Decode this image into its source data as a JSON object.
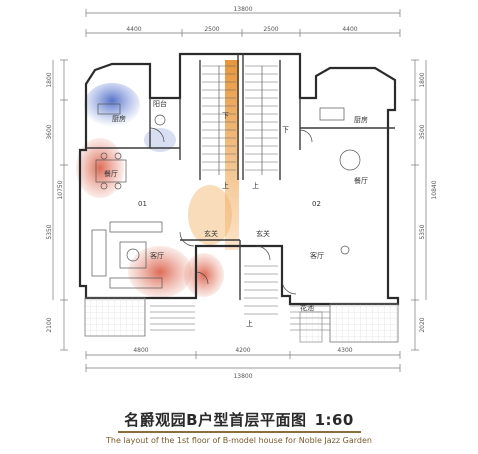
{
  "dimensions": {
    "top_total": "13800",
    "top_segments": [
      "4400",
      "2500",
      "2500",
      "4400"
    ],
    "left_segments": [
      "1800",
      "3600",
      "5350",
      "2100"
    ],
    "left_total": "10750",
    "right_segments": [
      "1800",
      "3500",
      "5350",
      "2020"
    ],
    "right_total": "10840",
    "bottom_segments": [
      "4800",
      "4200",
      "4300"
    ],
    "bottom_total": "13800"
  },
  "rooms": {
    "left_kitchen": "厨房",
    "left_dining": "餐厅",
    "left_living": "客厅",
    "left_foyer": "玄关",
    "left_laundry": "阳台",
    "right_kitchen": "厨房",
    "right_dining": "餐厅",
    "right_living": "客厅",
    "right_foyer": "玄关",
    "left_unit_num": "01",
    "right_unit_num": "02",
    "stair_up_left": "上",
    "stair_up_right": "上",
    "stair_dn_left": "下",
    "stair_dn_right": "下",
    "stair_up_lower": "上",
    "porch_right": "花池"
  },
  "title": {
    "main": "名爵观园B户型首层平面图",
    "scale": "1:60",
    "subtitle": "The layout of the 1st floor of B-model house for Noble Jazz Garden"
  }
}
